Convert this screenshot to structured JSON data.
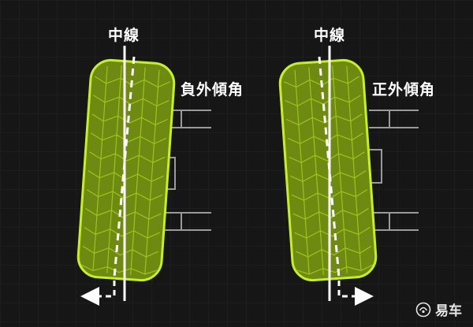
{
  "colors": {
    "background": "#161616",
    "grid": "#242424",
    "tire_fill": "#6e8a10",
    "tire_outline": "#c8f020",
    "tread": "#a9cc22",
    "axle": "#9a9a9a",
    "centerline": "#ffffff"
  },
  "left_diagram": {
    "centerline_label": "中線",
    "camber_label": "負外傾角"
  },
  "right_diagram": {
    "centerline_label": "中線",
    "camber_label": "正外傾角"
  },
  "watermark": {
    "text": "易车",
    "icon": "yiche-logo-icon"
  }
}
